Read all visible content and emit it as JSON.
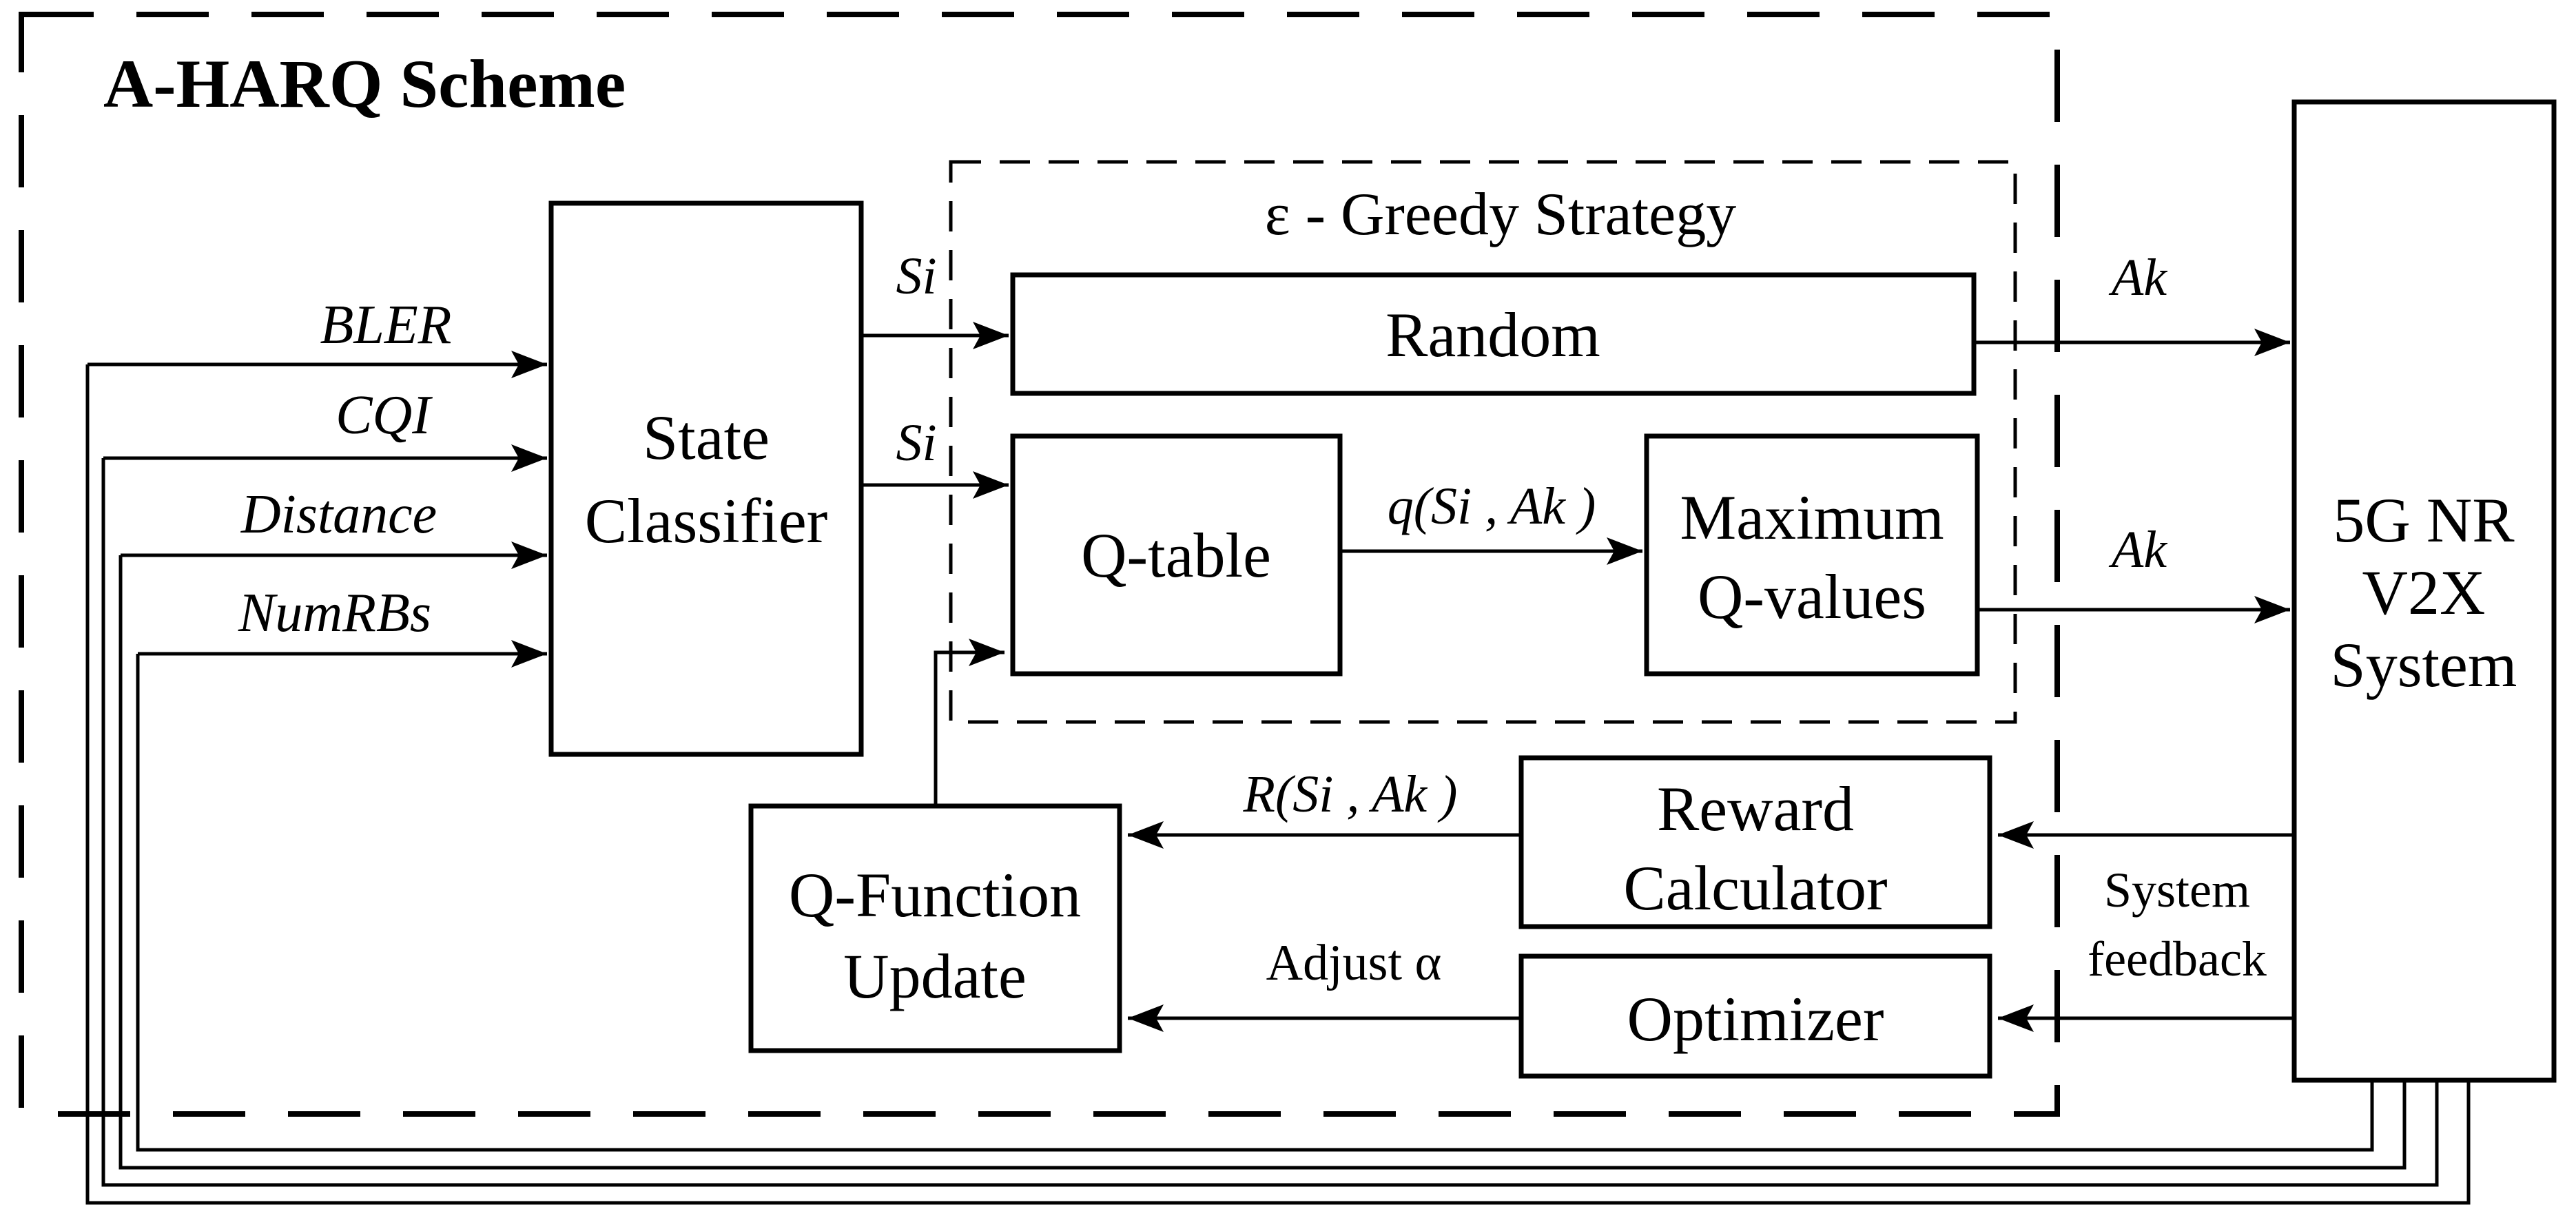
{
  "diagram": {
    "title": "A-HARQ Scheme",
    "groups": {
      "epsilon_greedy": {
        "title": "ε - Greedy Strategy"
      }
    },
    "inputs": {
      "bler": "BLER",
      "cqi": "CQI",
      "distance": "Distance",
      "numrbs": "NumRBs"
    },
    "boxes": {
      "state_classifier": {
        "line1": "State",
        "line2": "Classifier"
      },
      "random": {
        "label": "Random"
      },
      "q_table": {
        "label": "Q-table"
      },
      "maximum_q_values": {
        "line1": "Maximum",
        "line2": "Q-values"
      },
      "q_function_update": {
        "line1": "Q-Function",
        "line2": "Update"
      },
      "reward_calculator": {
        "line1": "Reward",
        "line2": "Calculator"
      },
      "optimizer": {
        "label": "Optimizer"
      },
      "system_5g_nr_v2x": {
        "line1": "5G NR",
        "line2": "V2X",
        "line3": "System"
      }
    },
    "signals": {
      "si_to_random": "Si",
      "si_to_qtable": "Si",
      "q_si_ak": "q(Si , Ak )",
      "ak_from_random": "Ak",
      "ak_from_max": "Ak",
      "r_si_ak": "R(Si , Ak )",
      "adjust_alpha": "Adjust α",
      "system_feedback_line1": "System",
      "system_feedback_line2": "feedback"
    },
    "colors": {
      "line": "#000000",
      "background": "#ffffff"
    }
  }
}
